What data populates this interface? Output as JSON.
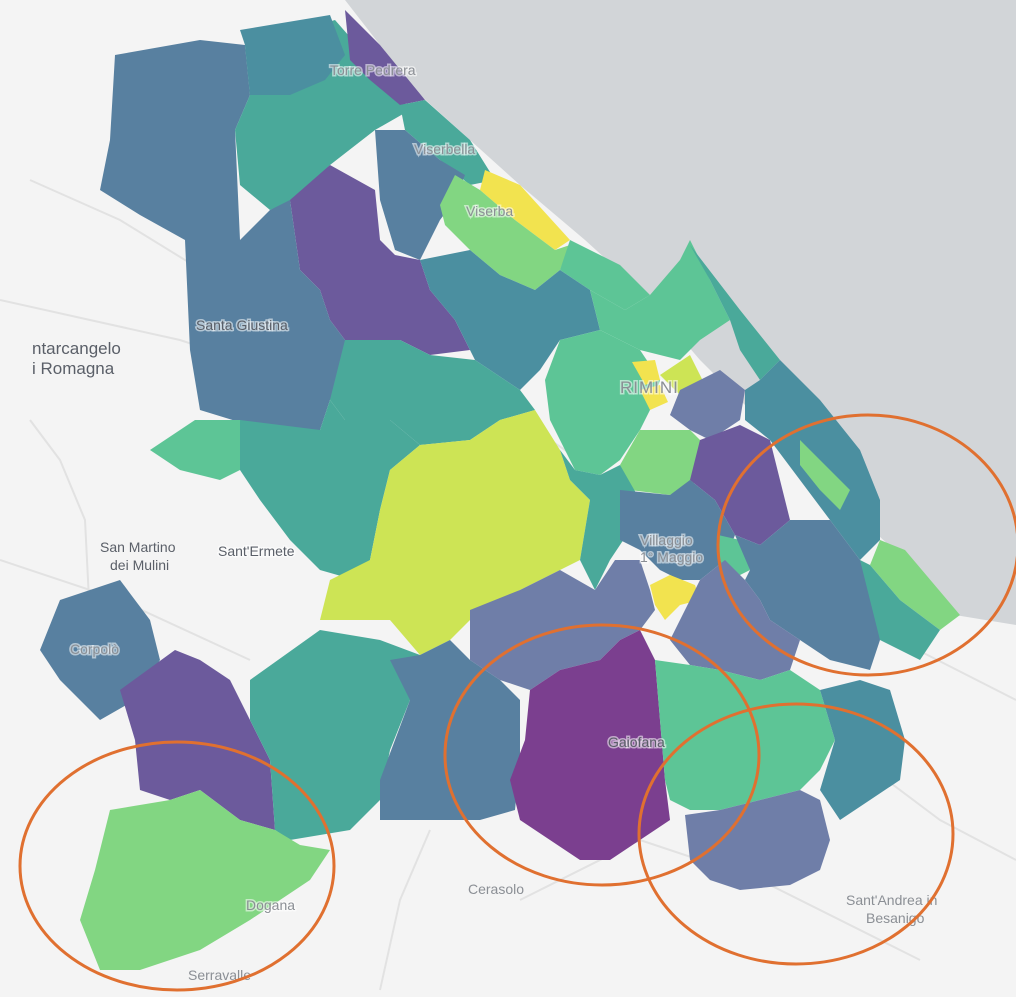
{
  "map": {
    "place_labels": {
      "torre_pedrera": "Torre Pedrera",
      "viserbella": "Viserbella",
      "viserba": "Viserba",
      "santa_giustina": "Santa Giustina",
      "santarcangelo_line1": "ntarcangelo",
      "santarcangelo_line2": "i Romagna",
      "rimini": "RIMINI",
      "villaggio_line1": "Villaggio",
      "villaggio_line2": "1° Maggio",
      "san_martino_line1": "San Martino",
      "san_martino_line2": "dei Mulini",
      "sant_ermete": "Sant'Ermete",
      "corpolo": "Corpolò",
      "gaiofana": "Gaiofana",
      "cerasolo": "Cerasolo",
      "dogana": "Dogana",
      "serravalle": "Serravalle",
      "sant_andrea_line1": "Sant'Andrea in",
      "sant_andrea_line2": "Besanigo"
    },
    "colors": {
      "sea": "#d2d5d8",
      "land": "#f4f4f4",
      "highlight_circle": "#e07030",
      "dark_purple": "#7b3f8f",
      "purple": "#6c5a9c",
      "slate_blue": "#6f7ea8",
      "blue_gray": "#5880a0",
      "steel_teal": "#4b8fa0",
      "teal": "#4aa99a",
      "mint": "#5dc596",
      "light_green": "#82d682",
      "yellow_green": "#cde455",
      "yellow": "#f2e34f"
    }
  }
}
